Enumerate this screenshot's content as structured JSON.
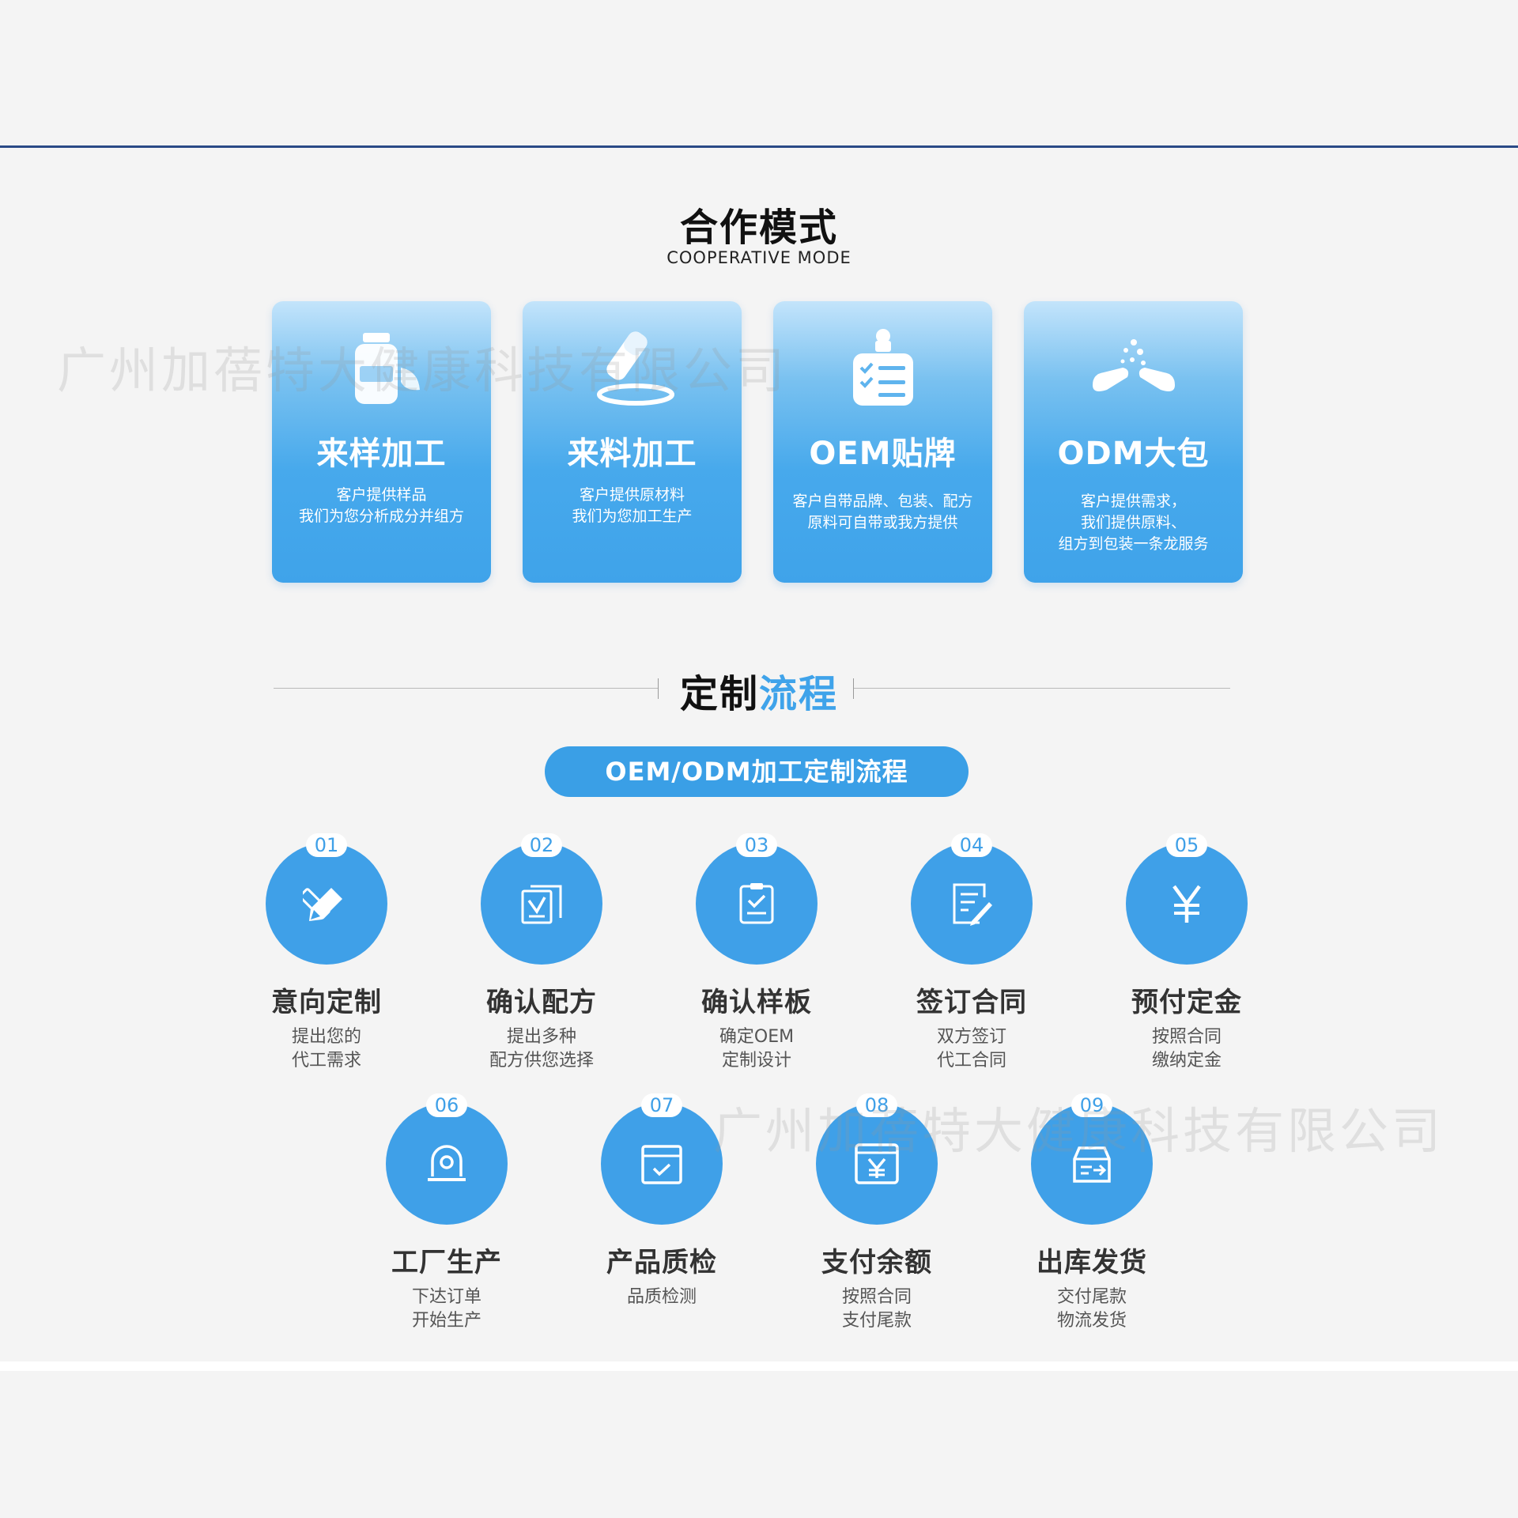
{
  "header": {
    "title": "合作模式",
    "subtitle": "COOPERATIVE MODE"
  },
  "cards": [
    {
      "icon": "sample-bottle-icon",
      "title": "来样加工",
      "desc": [
        "客户提供样品",
        "我们为您分析成分并组方"
      ]
    },
    {
      "icon": "raw-material-icon",
      "title": "来料加工",
      "desc": [
        "客户提供原材料",
        "我们为您加工生产"
      ]
    },
    {
      "icon": "dropper-checklist-icon",
      "title": "OEM贴牌",
      "desc": [
        "客户自带品牌、包装、配方",
        "原料可自带或我方提供"
      ]
    },
    {
      "icon": "capsule-icon",
      "title": "ODM大包",
      "desc": [
        "客户提供需求，",
        "我们提供原料、",
        "组方到包装一条龙服务"
      ]
    }
  ],
  "process": {
    "title_black": "定制",
    "title_blue": "流程",
    "pill": "OEM/ODM加工定制流程"
  },
  "steps": [
    {
      "num": "01",
      "icon": "pen-ruler-icon",
      "title": "意向定制",
      "desc": [
        "提出您的",
        "代工需求"
      ]
    },
    {
      "num": "02",
      "icon": "formula-check-icon",
      "title": "确认配方",
      "desc": [
        "提出多种",
        "配方供您选择"
      ]
    },
    {
      "num": "03",
      "icon": "clipboard-check-icon",
      "title": "确认样板",
      "desc": [
        "确定OEM",
        "定制设计"
      ]
    },
    {
      "num": "04",
      "icon": "contract-sign-icon",
      "title": "签订合同",
      "desc": [
        "双方签订",
        "代工合同"
      ]
    },
    {
      "num": "05",
      "icon": "yen-icon",
      "title": "预付定金",
      "desc": [
        "按照合同",
        "缴纳定金"
      ]
    },
    {
      "num": "06",
      "icon": "factory-machine-icon",
      "title": "工厂生产",
      "desc": [
        "下达订单",
        "开始生产"
      ]
    },
    {
      "num": "07",
      "icon": "calendar-check-icon",
      "title": "产品质检",
      "desc": [
        "品质检测"
      ]
    },
    {
      "num": "08",
      "icon": "yen-card-icon",
      "title": "支付余额",
      "desc": [
        "按照合同",
        "支付尾款"
      ]
    },
    {
      "num": "09",
      "icon": "box-delivery-icon",
      "title": "出库发货",
      "desc": [
        "交付尾款",
        "物流发货"
      ]
    }
  ],
  "watermark": "广州加蓓特大健康科技有限公司",
  "colors": {
    "accent": "#3fa0e8",
    "rule": "#2a4a86",
    "background": "#f4f4f4"
  }
}
